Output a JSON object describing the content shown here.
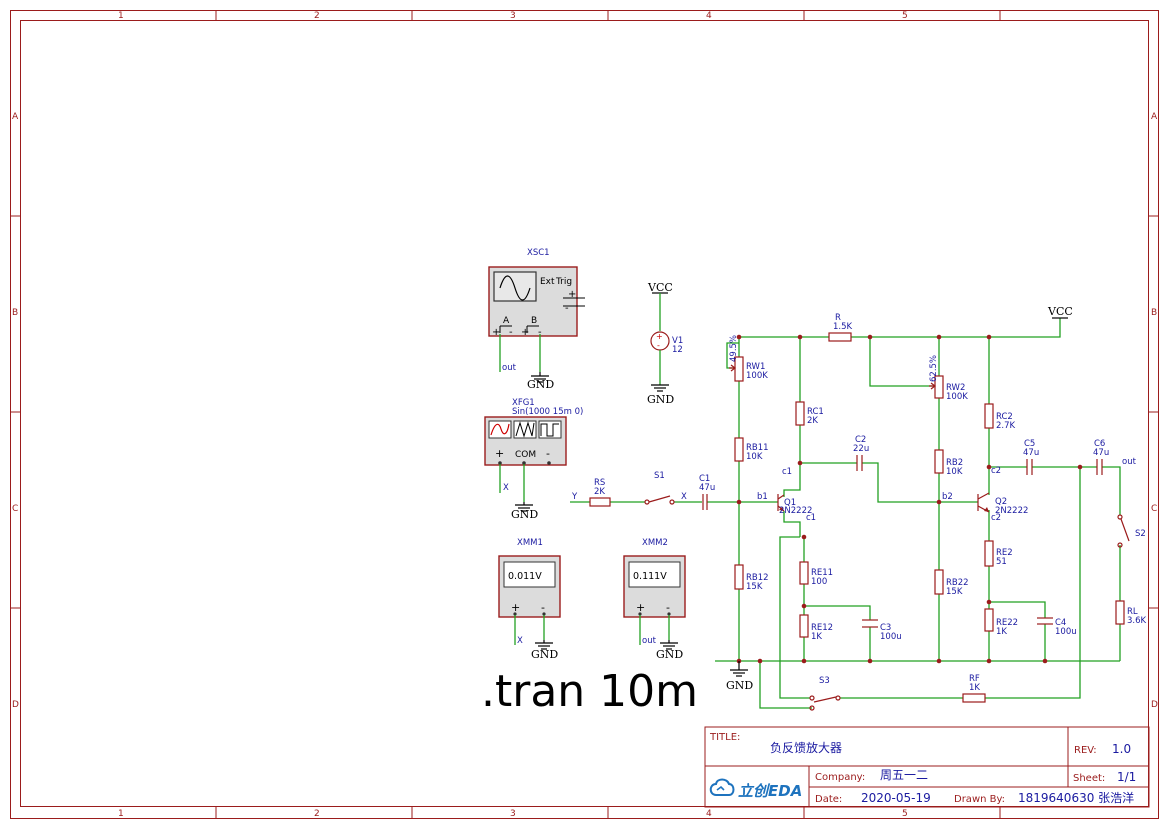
{
  "zones": {
    "columns": [
      "1",
      "2",
      "3",
      "4",
      "5"
    ],
    "rows": [
      "A",
      "B",
      "C",
      "D"
    ]
  },
  "directive": ".tran 10m",
  "titleblock": {
    "title_label": "TITLE:",
    "title": "负反馈放大器",
    "rev_label": "REV:",
    "rev": "1.0",
    "company_label": "Company:",
    "company": "周五一二",
    "sheet_label": "Sheet:",
    "sheet": "1/1",
    "date_label": "Date:",
    "date": "2020-05-19",
    "drawn_label": "Drawn By:",
    "drawn": "1819640630 张浩洋",
    "logo": "立创EDA"
  },
  "instruments": {
    "xsc1": {
      "name": "XSC1",
      "ext": "Ext",
      "trig": "Trig",
      "a": "A",
      "b": "B",
      "plus": "+",
      "minus": "-"
    },
    "xfg1": {
      "name": "XFG1",
      "params": "Sin(1000 15m 0)",
      "plus": "+",
      "com": "COM",
      "minus": "-"
    },
    "xmm1": {
      "name": "XMM1",
      "reading": "0.011V",
      "plus": "+",
      "minus": "-"
    },
    "xmm2": {
      "name": "XMM2",
      "reading": "0.111V",
      "plus": "+",
      "minus": "-"
    }
  },
  "power": {
    "vcc": "VCC",
    "gnd": "GND"
  },
  "components": {
    "v1": {
      "name": "V1",
      "value": "12"
    },
    "r": {
      "name": "R",
      "value": "1.5K"
    },
    "rw1": {
      "name": "RW1",
      "value": "100K",
      "wiper": "49.5%"
    },
    "rw2": {
      "name": "RW2",
      "value": "100K",
      "wiper": "62.5%"
    },
    "rb11": {
      "name": "RB11",
      "value": "10K"
    },
    "rb12": {
      "name": "RB12",
      "value": "15K"
    },
    "rc1": {
      "name": "RC1",
      "value": "2K"
    },
    "re11": {
      "name": "RE11",
      "value": "100"
    },
    "re12": {
      "name": "RE12",
      "value": "1K"
    },
    "c1": {
      "name": "C1",
      "value": "47u"
    },
    "c2": {
      "name": "C2",
      "value": "22u"
    },
    "c3": {
      "name": "C3",
      "value": "100u"
    },
    "rs": {
      "name": "RS",
      "value": "2K"
    },
    "s1": {
      "name": "S1"
    },
    "q1": {
      "name": "Q1",
      "value": "2N2222"
    },
    "rb2": {
      "name": "RB2",
      "value": "10K"
    },
    "rb22": {
      "name": "RB22",
      "value": "15K"
    },
    "rc2": {
      "name": "RC2",
      "value": "2.7K"
    },
    "re2": {
      "name": "RE2",
      "value": "51"
    },
    "re22": {
      "name": "RE22",
      "value": "1K"
    },
    "c4": {
      "name": "C4",
      "value": "100u"
    },
    "c5": {
      "name": "C5",
      "value": "47u"
    },
    "c6": {
      "name": "C6",
      "value": "47u"
    },
    "q2": {
      "name": "Q2",
      "value": "2N2222"
    },
    "s2": {
      "name": "S2"
    },
    "rl": {
      "name": "RL",
      "value": "3.6K"
    },
    "s3": {
      "name": "S3"
    },
    "rf": {
      "name": "RF",
      "value": "1K"
    }
  },
  "nets": {
    "x": "X",
    "y": "Y",
    "out": "out",
    "b1": "b1",
    "c1": "c1",
    "b2": "b2",
    "c2": "c2"
  }
}
